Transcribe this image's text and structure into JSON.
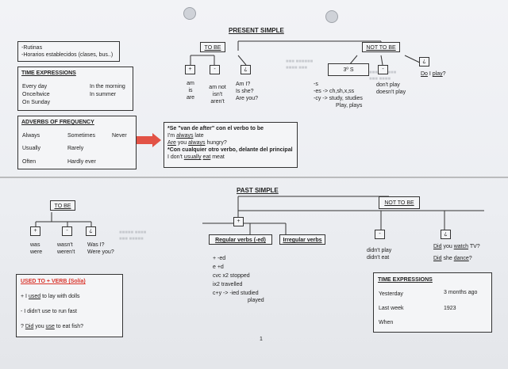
{
  "present": {
    "title": "PRESENT SIMPLE",
    "uses": [
      "-Rutinas",
      "-Horarios establecidos (clases, bus..)"
    ],
    "time_expressions": {
      "title": "TIME EXPRESSIONS",
      "col1": [
        "Every day",
        "Once/twice",
        "On Sunday"
      ],
      "col2": [
        "In the morning",
        "In summer"
      ]
    },
    "adverbs": {
      "title": "ADVERBS OF FREQUENCY",
      "row1": [
        "Always",
        "Sometimes",
        "Never"
      ],
      "row2": [
        "Usually",
        "Rarely"
      ],
      "row3": [
        "Often",
        "Hardly ever"
      ]
    },
    "note": {
      "line1": "*Se \"van de after\" con el verbo to be",
      "line2_a": "I'm ",
      "line2_b": "always",
      "line2_c": " late",
      "line3_a": "Are",
      "line3_b": " you ",
      "line3_c": "always",
      "line3_d": " hungry?",
      "line4": "*Con cualquier otro verbo, delante del principal",
      "line5_a": "I don't ",
      "line5_b": "usually",
      "line5_c": " ",
      "line5_d": "eat",
      "line5_e": " meat"
    },
    "to_be": {
      "title": "TO BE",
      "plus": "+",
      "minus": "-",
      "question": "¿",
      "plus_forms": [
        "am",
        "is",
        "are"
      ],
      "minus_forms": [
        "am not",
        "isn't",
        "aren't"
      ],
      "question_forms": [
        "Am I?",
        "Is she?",
        "Are you?"
      ]
    },
    "not_to_be": {
      "title": "NOT TO BE",
      "plus_box": "3º  S",
      "minus": "-",
      "question": "¿",
      "question_a": "Do",
      "question_b": " I ",
      "question_c": "play",
      "question_d": "?",
      "rules": [
        "-s",
        "-es -> ch,sh,x,ss",
        "-cy -> study, studies",
        "Play, plays"
      ],
      "negatives": [
        "don't play",
        "doesn't play"
      ]
    }
  },
  "past": {
    "title": "PAST SIMPLE",
    "to_be": {
      "title": "TO BE",
      "plus": "+",
      "minus": "-",
      "question": "¿",
      "plus_forms": [
        "was",
        "were"
      ],
      "minus_forms": [
        "wasn't",
        "weren't"
      ],
      "question_forms": [
        "Was I?",
        "Were you?"
      ]
    },
    "not_to_be": {
      "title": "NOT TO BE",
      "plus": "+",
      "minus": "-",
      "question": "¿",
      "regular": "Regular verbs (-ed)",
      "irregular": "Irregular verbs",
      "rules": [
        "+ -ed",
        "e +d",
        "cvc x2  stopped",
        "ix2  travelled",
        "c+y -> -ied   studied",
        "played"
      ],
      "negatives": [
        "didn't play",
        "didn't eat"
      ],
      "q1_a": "Did",
      "q1_b": " you ",
      "q1_c": "watch",
      "q1_d": " TV?",
      "q2_a": "Did",
      "q2_b": " she ",
      "q2_c": "dance",
      "q2_d": "?"
    },
    "used_to": {
      "title": "USED TO + VERB (Solía)",
      "l1_a": "+ I ",
      "l1_b": "used",
      "l1_c": " to lay with dolls",
      "l2": "- I didn't use to run fast",
      "l3_a": "?  ",
      "l3_b": "Did",
      "l3_c": " you ",
      "l3_d": "use",
      "l3_e": " to eat fish?"
    },
    "time_expressions": {
      "title": "TIME EXPRESSIONS",
      "col1": [
        "Yesterday",
        "Last week",
        "When"
      ],
      "col2": [
        "3 months ago",
        "1923"
      ]
    }
  },
  "page_number": "1"
}
